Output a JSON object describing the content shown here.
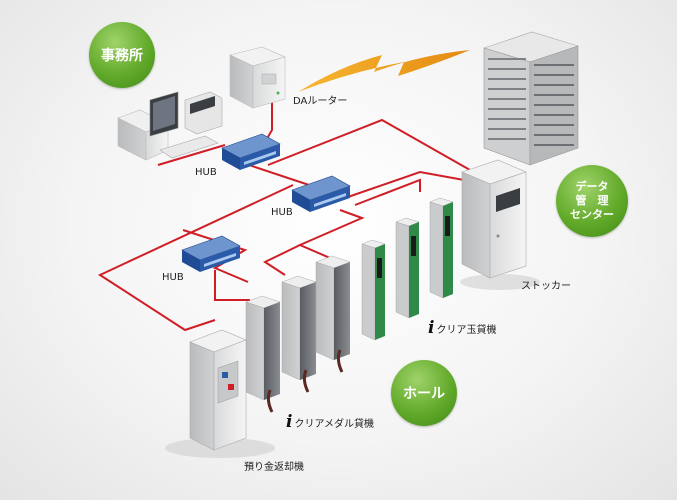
{
  "bubbles": {
    "office": "事務所",
    "hall": "ホール",
    "data_center": [
      "データ",
      "管　理",
      "センター"
    ]
  },
  "labels": {
    "da_router": "DAルーター",
    "hub1": "HUB",
    "hub2": "HUB",
    "hub3": "HUB",
    "stocker": "ストッカー",
    "ball_lender": "クリア玉貸機",
    "medal_lender": "クリアメダル貸機",
    "refund_machine": "預り金返却機",
    "i_logo": "i"
  },
  "colors": {
    "network_line": "#d01e26",
    "wireless_bolt": "#f0a020",
    "bubble_green": "#62aa2a",
    "hub_blue": "#2a5aa8"
  }
}
